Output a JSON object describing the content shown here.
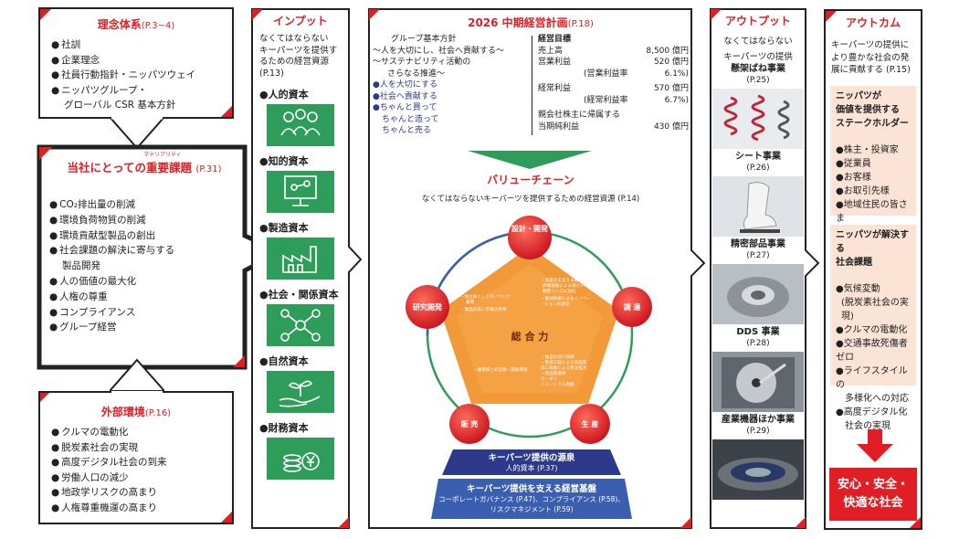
{
  "philosophy": {
    "title": "理念体系",
    "page": "(P.3~4)",
    "items": [
      "社訓",
      "企業理念",
      "社員行動指針・ニッパツウェイ",
      "ニッパツグループ・",
      "グローバル CSR 基本方針"
    ]
  },
  "materiality": {
    "ruby": "マテリアリティ",
    "title": "当社にとっての重要課題",
    "page": "(P.31)",
    "items": [
      "CO₂排出量の削減",
      "環境負荷物質の削減",
      "環境貢献型製品の創出",
      "社会課題の解決に寄与する",
      "製品開発",
      "人の価値の最大化",
      "人権の尊重",
      "コンプライアンス",
      "グループ経営"
    ]
  },
  "external": {
    "title": "外部環境",
    "page": "(P.16)",
    "items": [
      "クルマの電動化",
      "脱炭素社会の実現",
      "高度デジタル社会の到来",
      "労働人口の減少",
      "地政学リスクの高まり",
      "人権尊重機運の高まり"
    ]
  },
  "input": {
    "title": "インプット",
    "desc": [
      "なくてはならない",
      "キーパーツを提供す",
      "るための経営資源",
      "(P.13)"
    ],
    "capitals": [
      "●人的資本",
      "●知的資本",
      "●製造資本",
      "●社会・関係資本",
      "●自然資本",
      "●財務資本"
    ]
  },
  "plan": {
    "title": "2026 中期経営計画",
    "page": "(P.18)",
    "policy": [
      "グループ基本方針",
      "〜人を大切にし、社会へ貢献する〜",
      "〜サステナビリティ活動の",
      "さらなる推進〜"
    ],
    "slogans": [
      "●人を大切にする",
      "●社会へ貢献する",
      "●ちゃんと買って",
      "ちゃんと造って",
      "ちゃんと売る"
    ],
    "targets_title": "経営目標",
    "targets": [
      {
        "label": "売上高",
        "value": "8,500 億円"
      },
      {
        "label": "営業利益",
        "value": "520 億円"
      },
      {
        "label": "(営業利益率",
        "value": "6.1%)"
      },
      {
        "label": "経常利益",
        "value": "570 億円"
      },
      {
        "label": "(経常利益率",
        "value": "6.7%)"
      },
      {
        "label": "親会社株主に帰属する",
        "value": ""
      },
      {
        "label": "当期純利益",
        "value": "430 億円"
      }
    ]
  },
  "value_chain": {
    "title": "バリューチェーン",
    "subtitle": "なくてはならないキーパーツを提供するための経営資源 (P.14)",
    "center": "総 合 力",
    "nodes": [
      "設計・開発",
      "調 達",
      "生 産",
      "販 売",
      "研究開発"
    ],
    "inner_notes": [
      [
        "・独立系としてのノウハウ",
        "蓄積",
        "・製品の高い市場占有率"
      ],
      [
        "・高度化を支える顧客",
        "評価技術による確たい",
        "顧客ニーズに対応",
        "・素材技術によるイノベー",
        "ションの創出"
      ],
      [
        "・独自の加工技術",
        "・製造工程による高品質",
        "加工技術による受注拡大",
        "・新品質提供",
        "カーボン",
        "ニュートラル貢献"
      ],
      [
        "・顧客様との信頼・関係関係"
      ]
    ],
    "foundation1_title": "キーパーツ提供の源泉",
    "foundation1_sub": "人的資本 (P.37)",
    "foundation2_title": "キーパーツ提供を支える経営基盤",
    "foundation2_sub1": "コーポレートガバナンス (P.47)、コンプライアンス (P.58)、",
    "foundation2_sub2": "リスクマネジメント (P.59)"
  },
  "output": {
    "title": "アウトプット",
    "desc": [
      "なくてはならない",
      "キーパーツの提供"
    ],
    "businesses": [
      {
        "name": "懸架ばね事業",
        "page": "(P.25)"
      },
      {
        "name": "シート事業",
        "page": "(P.26)"
      },
      {
        "name": "精密部品事業",
        "page": "(P.27)"
      },
      {
        "name": "DDS 事業",
        "page": "(P.28)"
      },
      {
        "name": "産業機器ほか事業",
        "page": "(P.29)"
      }
    ]
  },
  "outcome": {
    "title": "アウトカム",
    "desc": [
      "キーパーツの提供に",
      "より豊かな社会の発",
      "展に貢献する (P.15)"
    ],
    "stakeholder_title": [
      "ニッパツが",
      "価値を提供する",
      "ステークホルダー"
    ],
    "stakeholders": [
      "株主・投資家",
      "従業員",
      "お客様",
      "お取引先様",
      "地域住民の皆さま"
    ],
    "issues_title": [
      "ニッパツが解決する",
      "社会課題"
    ],
    "issues": [
      "気候変動",
      "(脱炭素社会の実現)",
      "クルマの電動化",
      "交通事故死傷者ゼロ",
      "ライフスタイルの",
      "多様化への対応",
      "高度デジタル化",
      "社会の実現"
    ],
    "goal": [
      "安心・安全・",
      "快適な社会"
    ]
  }
}
